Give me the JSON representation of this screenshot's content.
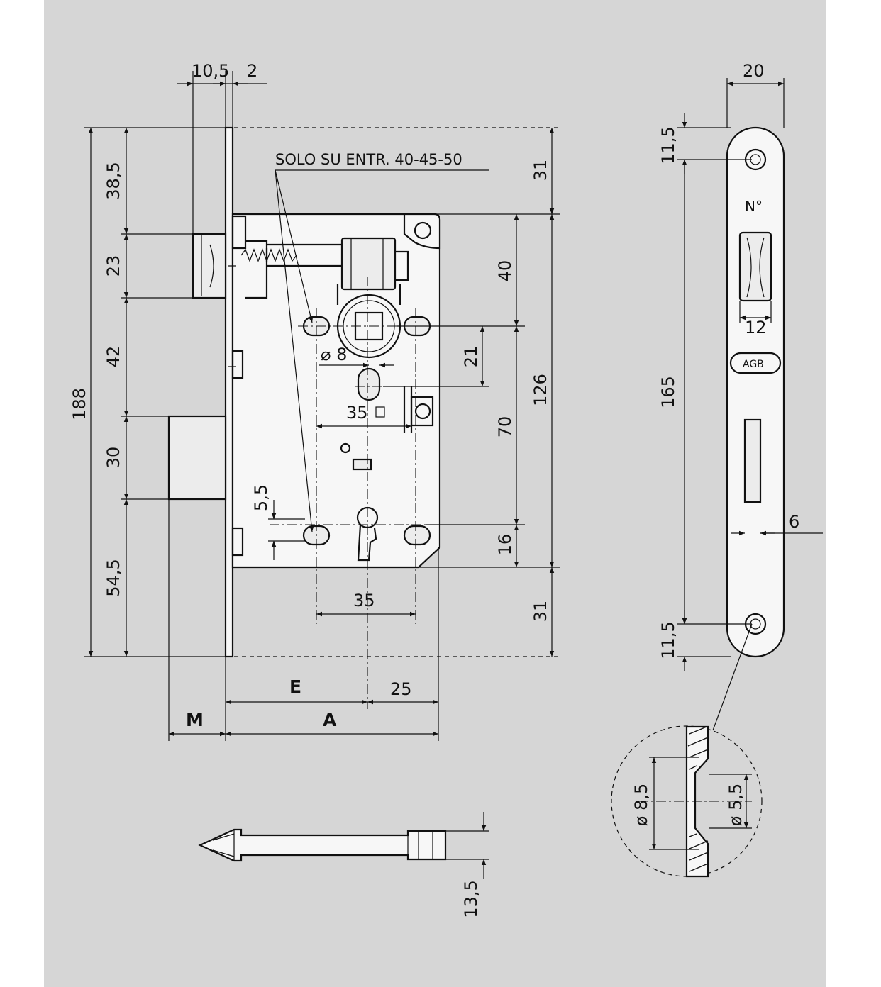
{
  "note": "SOLO SU ENTR. 40-45-50",
  "dimensions": {
    "d_10_5": "10,5",
    "d_2": "2",
    "d_188": "188",
    "d_38_5": "38,5",
    "d_23": "23",
    "d_42": "42",
    "d_30": "30",
    "d_54_5": "54,5",
    "d_31_top": "31",
    "d_40": "40",
    "d_21": "21",
    "d_126": "126",
    "d_70": "70",
    "d_16": "16",
    "d_31_bottom": "31",
    "d_dia8": "⌀ 8",
    "d_35_square": "35",
    "d_5_5": "5,5",
    "d_35": "35",
    "d_25": "25",
    "d_E": "E",
    "d_M": "M",
    "d_A": "A",
    "d_20": "20",
    "d_11_5_top": "11,5",
    "d_165": "165",
    "d_12": "12",
    "d_6": "6",
    "d_11_5_bottom": "11,5",
    "d_13_5": "13,5",
    "d_dia8_5": "ø 8,5",
    "d_dia5_5": "ø 5,5"
  },
  "faceplate": {
    "number_mark": "N°",
    "brand_mark": "AGB"
  }
}
